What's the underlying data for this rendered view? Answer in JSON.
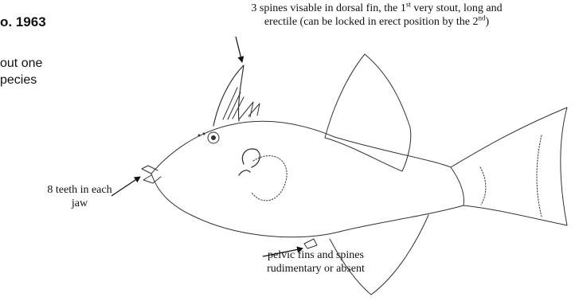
{
  "heading_fragment": "o. 1963",
  "body_fragment": {
    "line1": "out one",
    "line2": "pecies"
  },
  "annotations": {
    "dorsal": {
      "line1_before": "3 spines visable in dorsal fin, the 1",
      "line1_sup": "st",
      "line1_after": " very stout, long and",
      "line2_before": "erectile (can be locked in erect position by the 2",
      "line2_sup": "nd",
      "line2_after": ")"
    },
    "teeth": {
      "line1": "8 teeth in each",
      "line2": "jaw"
    },
    "pelvic": {
      "line1": "pelvic fins and spines",
      "line2": "rudimentary or absent"
    }
  }
}
